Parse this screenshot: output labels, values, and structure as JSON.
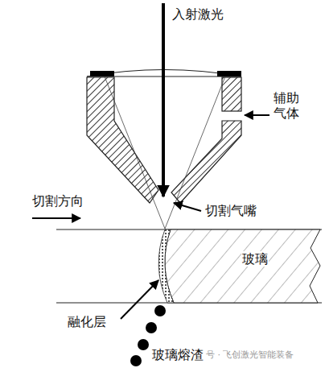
{
  "diagram": {
    "labels": [
      "入射激光",
      "辅助 气体",
      "切割方向",
      "切割气嘴",
      "玻璃",
      "融化层",
      "玻璃熔渣",
      "号 · 飞创激光智能装备"
    ]
  }
}
